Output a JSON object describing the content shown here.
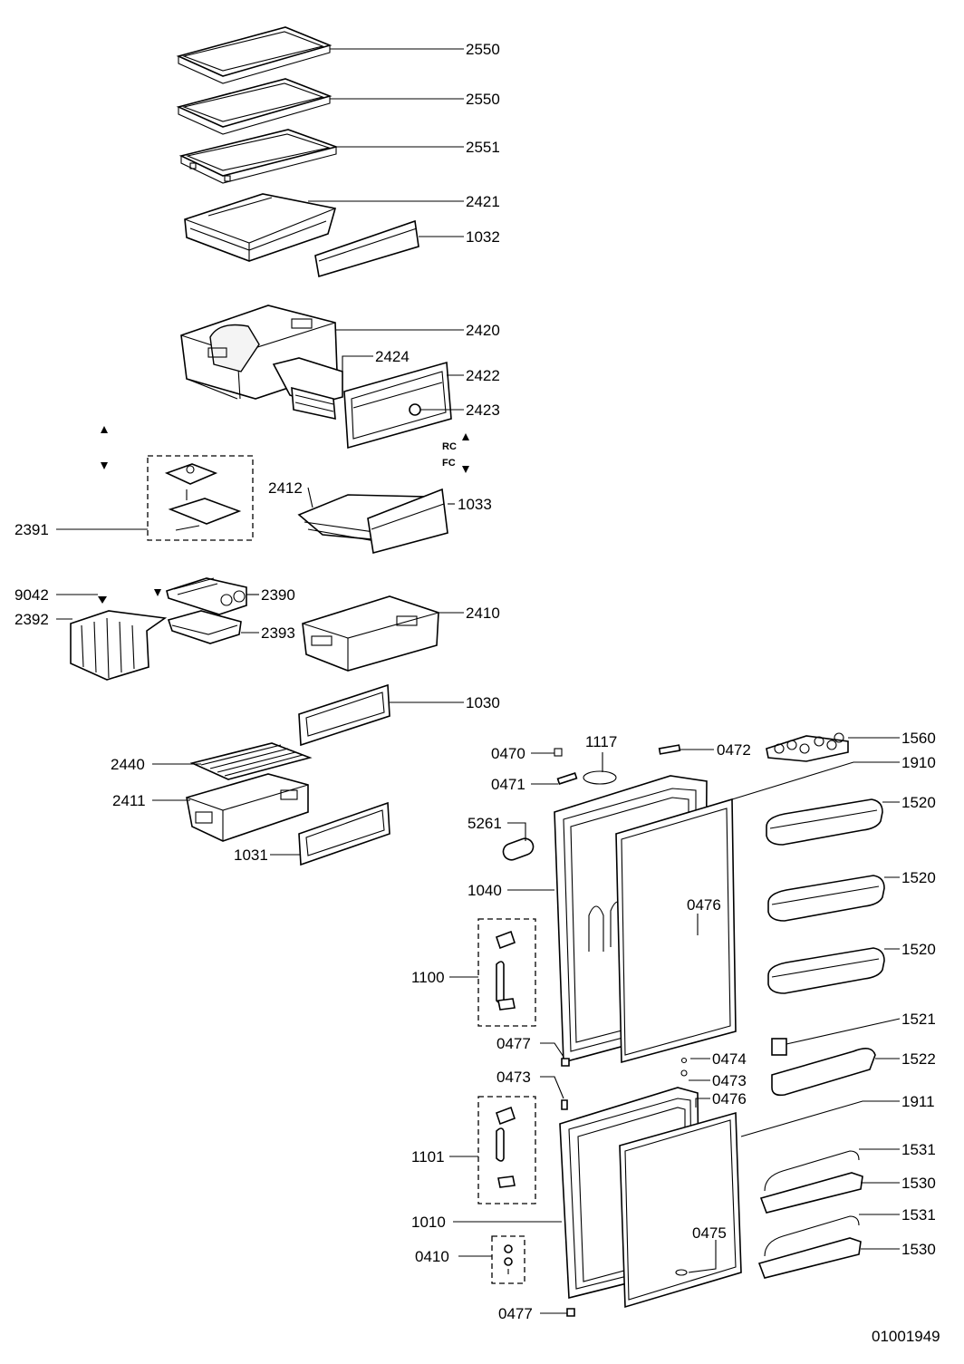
{
  "labels": {
    "p2550a": "2550",
    "p2550b": "2550",
    "p2551": "2551",
    "p2421": "2421",
    "p1032": "1032",
    "p2420": "2420",
    "p2424": "2424",
    "p2422": "2422",
    "p2423": "2423",
    "p2412": "2412",
    "p1033": "1033",
    "p2391": "2391",
    "p9042": "9042",
    "p2390": "2390",
    "p2392": "2392",
    "p2393": "2393",
    "p2410": "2410",
    "p1030": "1030",
    "p2440": "2440",
    "p2411": "2411",
    "p1031": "1031",
    "p0470": "0470",
    "p1117": "1117",
    "p0472": "0472",
    "p1560": "1560",
    "p0471": "0471",
    "p1910": "1910",
    "p5261": "5261",
    "p1520a": "1520",
    "p1040": "1040",
    "p1520b": "1520",
    "p0476a": "0476",
    "p1100": "1100",
    "p1520c": "1520",
    "p1521": "1521",
    "p0477a": "0477",
    "p0474": "0474",
    "p1522": "1522",
    "p0473a": "0473",
    "p0473b": "0473",
    "p0476b": "0476",
    "p1911": "1911",
    "p1101": "1101",
    "p1531a": "1531",
    "p1530a": "1530",
    "p1010": "1010",
    "p0475": "0475",
    "p1531b": "1531",
    "p0410": "0410",
    "p1530b": "1530",
    "p0477b": "0477"
  },
  "markers": {
    "rc": "RC",
    "fc": "FC"
  },
  "drawing_number": "01001949"
}
